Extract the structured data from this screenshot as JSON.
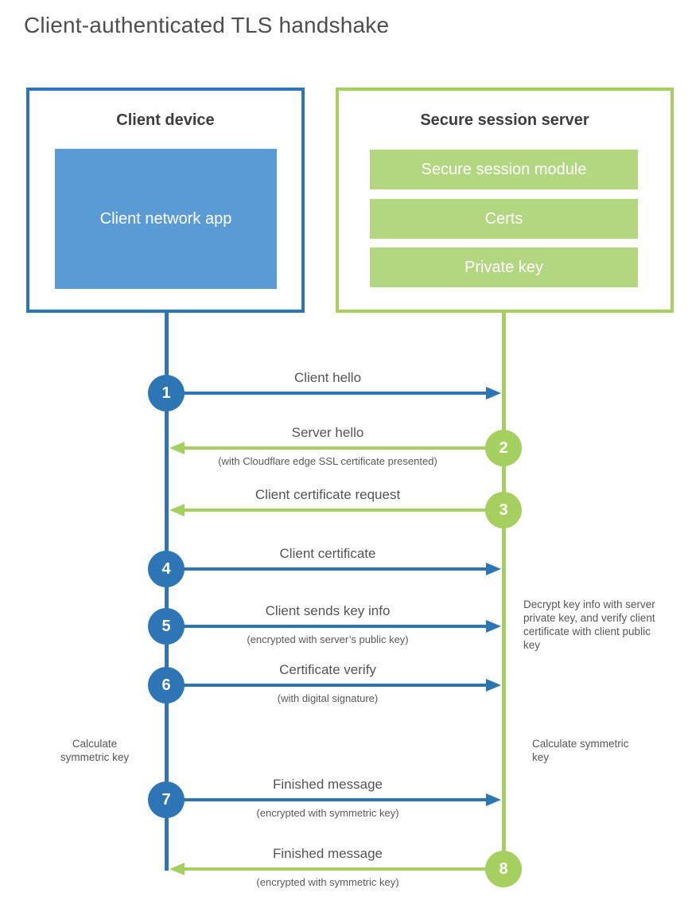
{
  "title": "Client-authenticated TLS handshake",
  "colors": {
    "blue": "#2e75b6",
    "blue_fill": "#5b9bd5",
    "green": "#a5cf5f",
    "green_fill": "#b3d680",
    "heading_text": "#3d3d3d",
    "label_text": "#545454"
  },
  "client": {
    "title": "Client device",
    "app_label": "Client network app"
  },
  "server": {
    "title": "Secure session server",
    "modules": [
      {
        "label": "Secure session module"
      },
      {
        "label": "Certs"
      },
      {
        "label": "Private key"
      }
    ]
  },
  "steps": [
    {
      "num": "1",
      "label": "Client hello",
      "sub": "",
      "direction": "client-to-server",
      "color": "blue"
    },
    {
      "num": "2",
      "label": "Server hello",
      "sub": "(with Cloudflare edge SSL certificate presented)",
      "direction": "server-to-client",
      "color": "green"
    },
    {
      "num": "3",
      "label": "Client certificate request",
      "sub": "",
      "direction": "server-to-client",
      "color": "green"
    },
    {
      "num": "4",
      "label": "Client certificate",
      "sub": "",
      "direction": "client-to-server",
      "color": "blue"
    },
    {
      "num": "5",
      "label": "Client sends key info",
      "sub": "(encrypted with server’s public key)",
      "direction": "client-to-server",
      "color": "blue"
    },
    {
      "num": "6",
      "label": "Certificate verify",
      "sub": "(with digital signature)",
      "direction": "client-to-server",
      "color": "blue"
    },
    {
      "num": "7",
      "label": "Finished message",
      "sub": "(encrypted with symmetric key)",
      "direction": "client-to-server",
      "color": "blue"
    },
    {
      "num": "8",
      "label": "Finished message",
      "sub": "(encrypted with symmetric key)",
      "direction": "server-to-client",
      "color": "green"
    }
  ],
  "annotations": {
    "decrypt_note": "Decrypt key info with server private key, and verify client certificate with client public key",
    "calc_symmetric_left": "Calculate symmetric key",
    "calc_symmetric_right": "Calculate symmetric key"
  }
}
